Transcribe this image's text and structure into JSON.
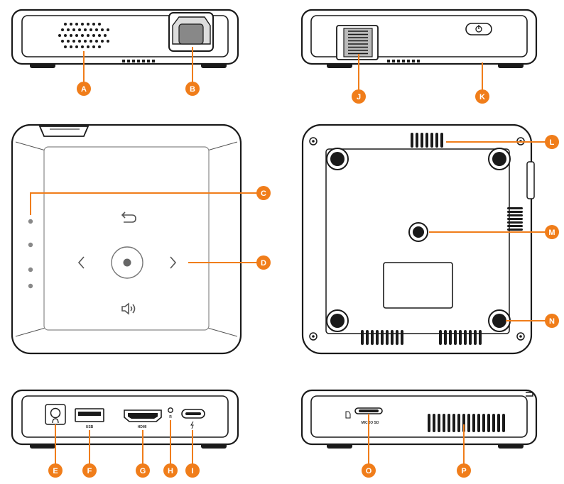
{
  "callouts": {
    "a": "A",
    "b": "B",
    "c": "C",
    "d": "D",
    "e": "E",
    "f": "F",
    "g": "G",
    "h": "H",
    "i": "I",
    "j": "J",
    "k": "K",
    "l": "L",
    "m": "M",
    "n": "N",
    "o": "O",
    "p": "P"
  },
  "port_labels": {
    "usb": "USB",
    "hdmi": "HDMI",
    "reset": "R",
    "microsd": "MICRO SD"
  },
  "colors": {
    "accent": "#f07d1a",
    "outline": "#1a1a1a"
  }
}
